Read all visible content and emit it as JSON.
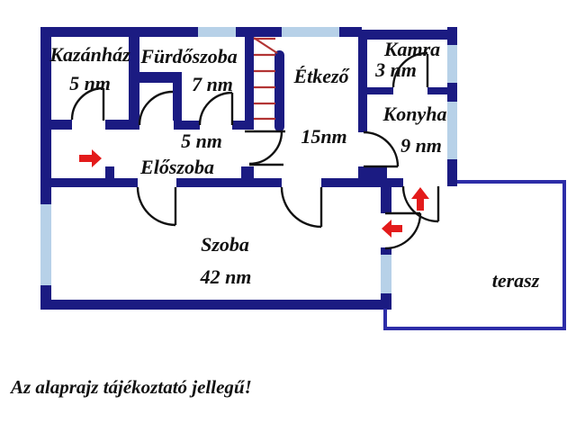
{
  "plan": {
    "disclaimer": "Az alaprajz tájékoztató jellegű!",
    "rooms": [
      {
        "name": "Kazánház",
        "size": "5 nm"
      },
      {
        "name": "Fürdőszoba",
        "size": "7 nm"
      },
      {
        "name": "Étkező",
        "size": "15nm"
      },
      {
        "name": "Kamra",
        "size": "3 nm"
      },
      {
        "name": "Konyha",
        "size": "9 nm"
      },
      {
        "name": "Előszoba",
        "size": "5 nm"
      },
      {
        "name": "Szoba",
        "size": "42 nm"
      },
      {
        "name": "terasz",
        "size": ""
      }
    ],
    "icons": {
      "staircase": "staircase-icon",
      "entry_arrow_right": "arrow-right-icon",
      "entry_arrow_up": "arrow-up-icon",
      "entry_arrow_left": "arrow-left-icon"
    },
    "colors": {
      "wall": "#1b1b82",
      "window": "#b7d1e8",
      "terrace_border": "#2d2da8",
      "stairs": "#b23434",
      "arrows": "#e31b1b",
      "doors": "#111111",
      "background": "#ffffff"
    }
  }
}
